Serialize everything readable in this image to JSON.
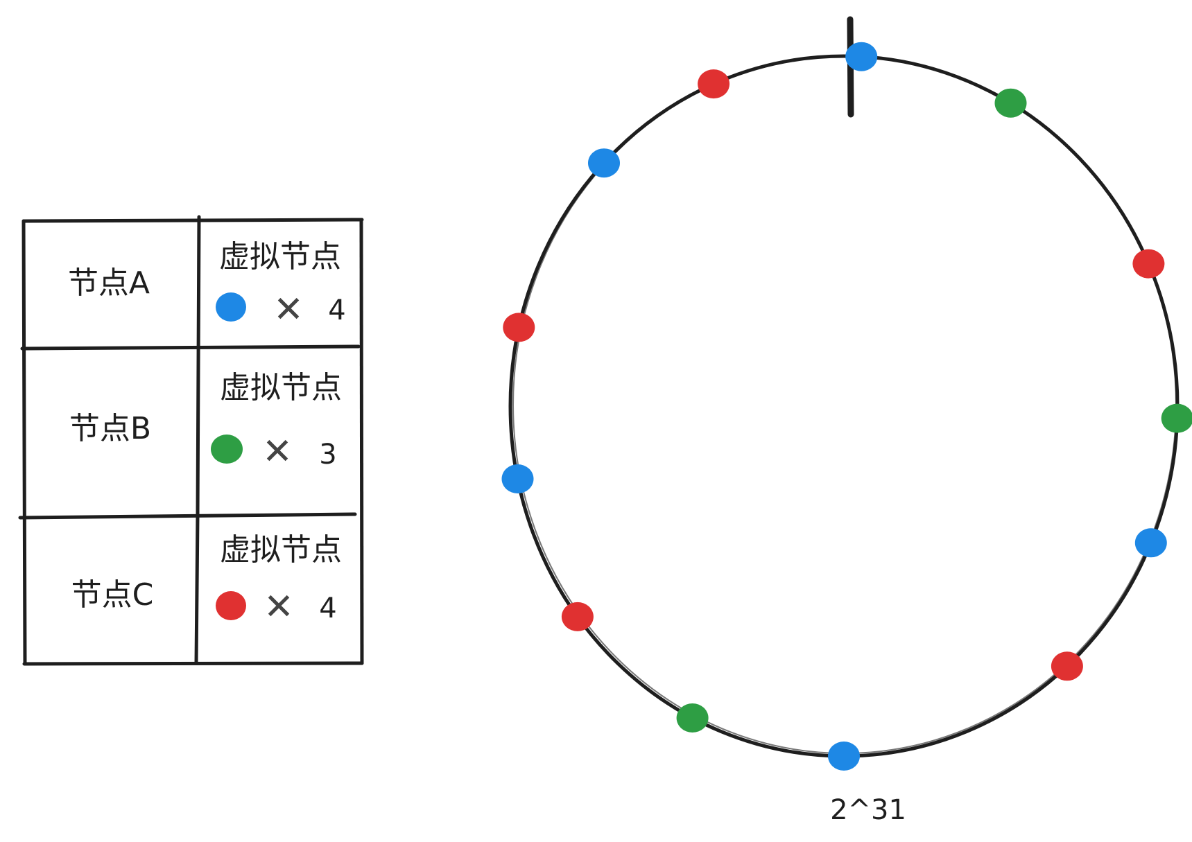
{
  "colors": {
    "node_a": "#1e88e5",
    "node_b": "#2e9e44",
    "node_c": "#e03131",
    "stroke": "#1e1e1e"
  },
  "table": {
    "rows": [
      {
        "node": "节点A",
        "virtual_label": "虚拟节点",
        "color_key": "node_a",
        "times": "✕",
        "count": "4"
      },
      {
        "node": "节点B",
        "virtual_label": "虚拟节点",
        "color_key": "node_b",
        "times": "✕",
        "count": "3"
      },
      {
        "node": "节点C",
        "virtual_label": "虚拟节点",
        "color_key": "node_c",
        "times": "✕",
        "count": "4"
      }
    ]
  },
  "ring": {
    "bottom_label": "2^31",
    "points": [
      {
        "color_key": "node_a",
        "angle": 3
      },
      {
        "color_key": "node_b",
        "angle": 30
      },
      {
        "color_key": "node_c",
        "angle": 66
      },
      {
        "color_key": "node_b",
        "angle": 92
      },
      {
        "color_key": "node_a",
        "angle": 113
      },
      {
        "color_key": "node_c",
        "angle": 138
      },
      {
        "color_key": "node_a",
        "angle": 180
      },
      {
        "color_key": "node_b",
        "angle": 207
      },
      {
        "color_key": "node_c",
        "angle": 233
      },
      {
        "color_key": "node_a",
        "angle": 258
      },
      {
        "color_key": "node_c",
        "angle": 283
      },
      {
        "color_key": "node_a",
        "angle": 314
      },
      {
        "color_key": "node_c",
        "angle": 337
      }
    ]
  }
}
